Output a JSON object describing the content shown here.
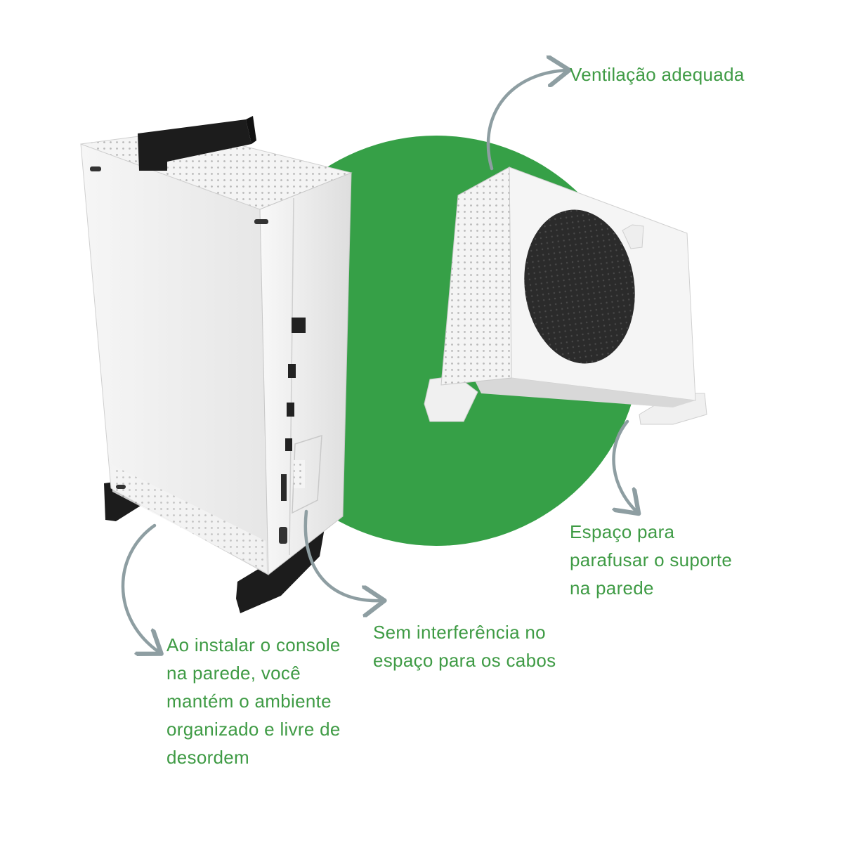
{
  "colors": {
    "brand_green": "#36a047",
    "text_green": "#3f9b45",
    "arrow_gray": "#8e9ea2",
    "console_white": "#f2f2f2",
    "console_shadow": "#d9d9d9",
    "bracket_black": "#1c1c1c",
    "fan_dark": "#2b2b2b"
  },
  "callouts": {
    "ventilation": "Ventilação adequada",
    "screw_space": "Espaço para\nparafusar o suporte\nna parede",
    "cable_space": "Sem interferência no\nespaço para os cabos",
    "wall_install": "Ao instalar o console\nna parede, você\nmantém o ambiente\norganizado e livre de\ndesordem"
  },
  "icons": {
    "arrows": [
      "curved-arrow-icon"
    ],
    "ports": [
      "ethernet-port-icon",
      "usb-port-icon",
      "hdmi-port-icon",
      "power-port-icon"
    ]
  }
}
